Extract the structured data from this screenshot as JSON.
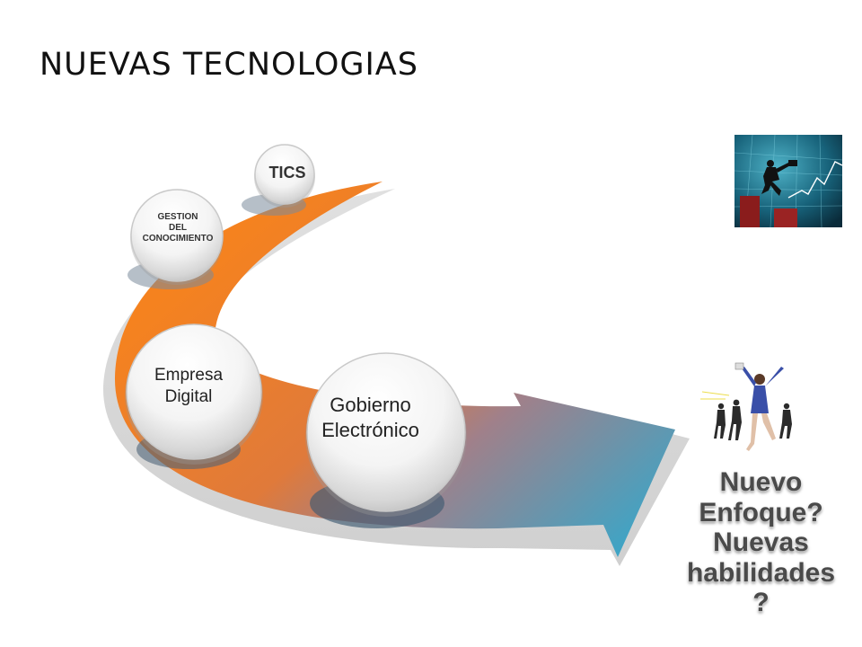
{
  "slide": {
    "title": "NUEVAS TECNOLOGIAS"
  },
  "diagram": {
    "stages": [
      {
        "id": "tics",
        "lines": [
          "TICS"
        ]
      },
      {
        "id": "gestion",
        "lines": [
          "GESTION",
          "DEL",
          "CONOCIMIENTO"
        ]
      },
      {
        "id": "empresa",
        "lines": [
          "Empresa",
          "Digital"
        ]
      },
      {
        "id": "gobierno",
        "lines": [
          "Gobierno",
          "Electrónico"
        ]
      }
    ],
    "arrow_colors": {
      "start": "#f5821f",
      "middle": "#a0808a",
      "end": "#3aa6c8"
    }
  },
  "conclusion": {
    "lines": [
      "Nuevo",
      "Enfoque?",
      "Nuevas",
      "habilidades",
      "?"
    ]
  }
}
